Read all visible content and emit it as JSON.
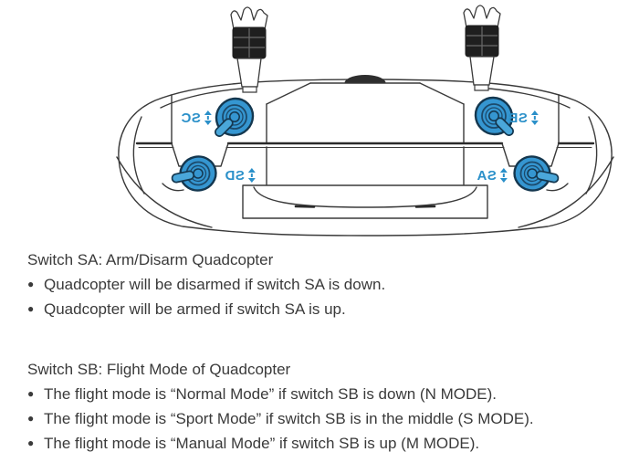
{
  "diagram": {
    "description": "Top view line drawing of RC radio transmitter with two antennas and four blue toggle switches, labels mirrored",
    "switches": [
      {
        "id": "sc",
        "label": "SC",
        "position": "top-left"
      },
      {
        "id": "sb",
        "label": "SB",
        "position": "top-right"
      },
      {
        "id": "sd",
        "label": "SD",
        "position": "bottom-left"
      },
      {
        "id": "sa",
        "label": "SA",
        "position": "bottom-right"
      }
    ],
    "colors": {
      "switch_blue": "#3596d1",
      "lever_blue": "#4aa7da",
      "switch_outline": "#14374f",
      "label_blue": "#2b90c9",
      "line_art": "#3a3a3a"
    }
  },
  "sections": [
    {
      "heading": "Switch SA: Arm/Disarm Quadcopter",
      "bullets": [
        "Quadcopter will be disarmed if switch SA is down.",
        "Quadcopter will be armed if switch SA is up."
      ]
    },
    {
      "heading": "Switch SB: Flight Mode of Quadcopter",
      "bullets": [
        "The flight mode is “Normal Mode” if switch SB is down (N MODE).",
        "The flight mode is “Sport Mode” if switch SB is in the middle (S MODE).",
        "The flight mode is “Manual Mode” if switch SB is up (M MODE)."
      ]
    }
  ],
  "bullet_glyph": "●"
}
